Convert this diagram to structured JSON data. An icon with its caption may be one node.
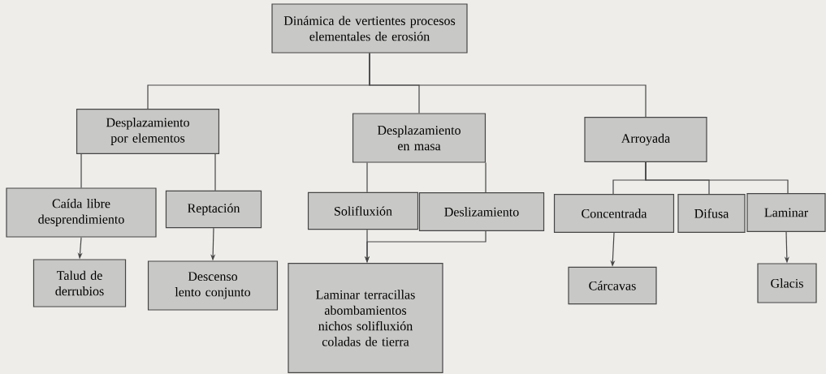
{
  "diagram": {
    "nodes": [
      {
        "text": [
          "Dinámica de vertientes procesos elementales de erosión"
        ]
      },
      {
        "text": [
          "Desplazamiento por elementos"
        ]
      },
      {
        "text": [
          "Desplazamiento en masa"
        ]
      },
      {
        "text": [
          "Arroyada"
        ]
      },
      {
        "text": [
          "Caída libre desprendimiento"
        ]
      },
      {
        "text": [
          "Reptación"
        ]
      },
      {
        "text": [
          "Solifluxión"
        ]
      },
      {
        "text": [
          "Deslizamiento"
        ]
      },
      {
        "text": [
          "Concentrada"
        ]
      },
      {
        "text": [
          "Difusa"
        ]
      },
      {
        "text": [
          "Laminar"
        ]
      },
      {
        "text": [
          "Talud de derrubios"
        ]
      },
      {
        "text": [
          "Descenso lento conjunto"
        ]
      },
      {
        "text": [
          "Laminar terracillas abombamientos nichos solifluxión coladas de tierra"
        ]
      },
      {
        "text": [
          "Cárcavas"
        ]
      },
      {
        "text": [
          "Glacis"
        ]
      }
    ],
    "edges": [
      {
        "from": 0,
        "to": 1,
        "arrow": "none"
      },
      {
        "from": 0,
        "to": 2,
        "arrow": "none"
      },
      {
        "from": 0,
        "to": 3,
        "arrow": "none"
      },
      {
        "from": 1,
        "to": 4,
        "arrow": "none"
      },
      {
        "from": 1,
        "to": 5,
        "arrow": "none"
      },
      {
        "from": 2,
        "to": 6,
        "arrow": "none"
      },
      {
        "from": 2,
        "to": 7,
        "arrow": "none"
      },
      {
        "from": 3,
        "to": 8,
        "arrow": "none"
      },
      {
        "from": 3,
        "to": 9,
        "arrow": "none"
      },
      {
        "from": 3,
        "to": 10,
        "arrow": "none"
      },
      {
        "from": 4,
        "to": 11,
        "arrow": "to"
      },
      {
        "from": 5,
        "to": 12,
        "arrow": "to"
      },
      {
        "from": 6,
        "to": 13,
        "arrow": "to"
      },
      {
        "from": 7,
        "to": 13,
        "arrow": "to"
      },
      {
        "from": 8,
        "to": 14,
        "arrow": "to"
      },
      {
        "from": 10,
        "to": 15,
        "arrow": "to"
      }
    ]
  }
}
